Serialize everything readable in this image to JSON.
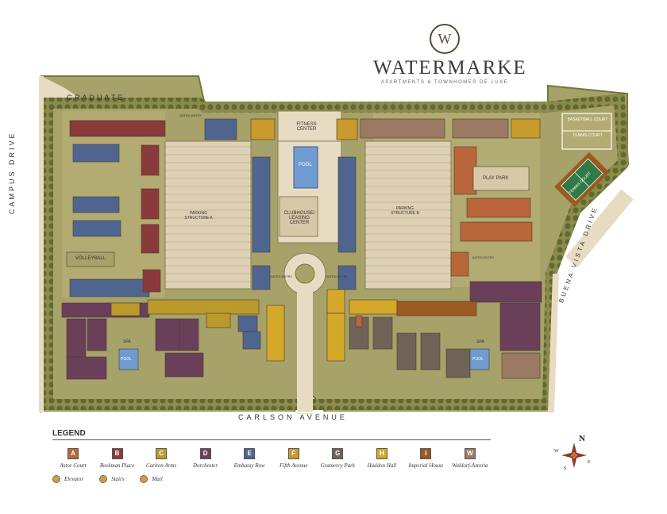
{
  "brand": {
    "name": "WATERMARKE",
    "tagline": "APARTMENTS & TOWNHOMES DE LUXE",
    "monogram": "W"
  },
  "streets": {
    "graduate": "GRADUATE",
    "campus": "CAMPUS DRIVE",
    "carlson": "CARLSON AVENUE",
    "buena": "BUENA VISTA DRIVE"
  },
  "amenities": {
    "fitness": "FITNESS CENTER",
    "pool": "POOL",
    "clubhouse": "CLUBHOUSE/ LEASING CENTER",
    "parking_a": "PARKING STRUCTURE A",
    "parking_b": "PARKING STRUCTURE B",
    "basketball": "BASKETBALL COURT",
    "tennis_top": "TENNIS COURT",
    "tennis": "TENNIS COURT",
    "play_park": "PLAY PARK",
    "volleyball": "VOLLEYBALL",
    "gated_entry": "GATED ENTRY",
    "spa": "SPA",
    "pool_left": "POOL",
    "pool_right": "POOL"
  },
  "legend": {
    "title": "LEGEND",
    "buildings": [
      {
        "code": "A",
        "name": "Astor Court",
        "color": "#b8663a"
      },
      {
        "code": "B",
        "name": "Beekman Place",
        "color": "#8a3a3c"
      },
      {
        "code": "C",
        "name": "Carlton Arms",
        "color": "#b99a2b"
      },
      {
        "code": "D",
        "name": "Dorchester",
        "color": "#6a3f5a"
      },
      {
        "code": "E",
        "name": "Embassy Row",
        "color": "#4f6590"
      },
      {
        "code": "F",
        "name": "Fifth Avenue",
        "color": "#c99a2c"
      },
      {
        "code": "G",
        "name": "Gramercy Park",
        "color": "#6f6257"
      },
      {
        "code": "H",
        "name": "Haddon Hall",
        "color": "#d4a829"
      },
      {
        "code": "I",
        "name": "Imperial House",
        "color": "#9a5a22"
      },
      {
        "code": "W",
        "name": "Waldorf-Astoria",
        "color": "#9a7a62"
      }
    ],
    "symbols": [
      {
        "name": "Elevator"
      },
      {
        "name": "Stairs"
      },
      {
        "name": "Mail"
      }
    ]
  },
  "compass": {
    "n": "N",
    "s": "S",
    "e": "E",
    "w": "W"
  },
  "colors": {
    "tree": "#6f7a3a",
    "lawn": "#a7a26a",
    "path": "#e7dcc2",
    "garage": "#d7c8a8",
    "water": "#6f9bd1",
    "court": "#2f7a45"
  }
}
